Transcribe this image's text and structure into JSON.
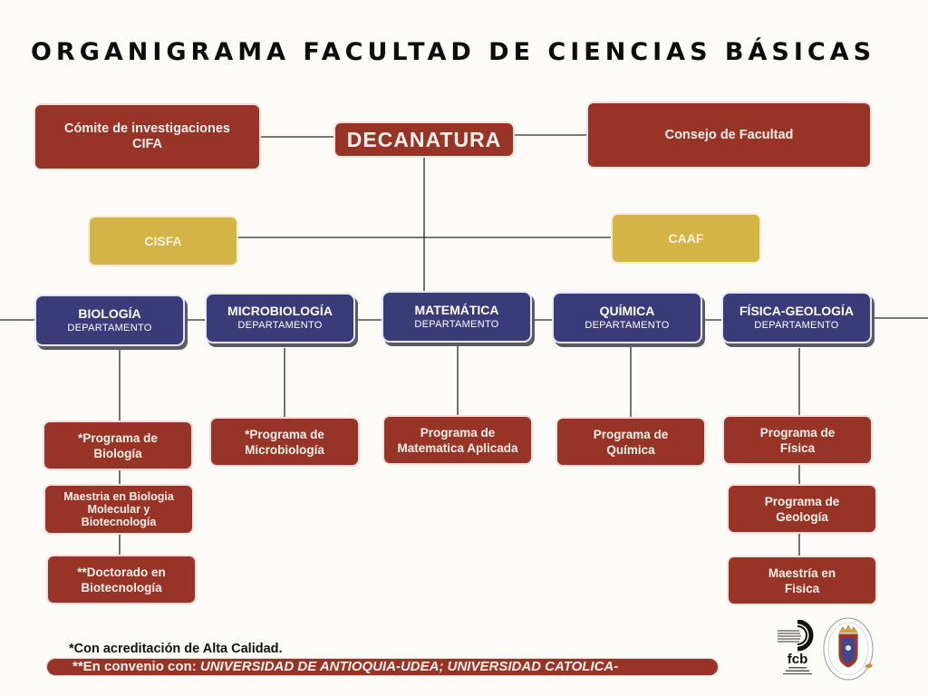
{
  "title": "ORGANIGRAMA FACULTAD DE CIENCIAS BÁSICAS",
  "top_level": {
    "left": {
      "line1": "Cómite de investigaciones",
      "line2": "CIFA"
    },
    "center": "DECANATURA",
    "right": "Consejo de Facultad"
  },
  "committees": {
    "left": "CISFA",
    "right": "CAAF"
  },
  "departments": [
    {
      "name": "BIOLOGÍA",
      "sub": "DEPARTAMENTO"
    },
    {
      "name": "MICROBIOLOGÍA",
      "sub": "DEPARTAMENTO"
    },
    {
      "name": "MATEMÁTICA",
      "sub": "DEPARTAMENTO"
    },
    {
      "name": "QUÍMICA",
      "sub": "DEPARTAMENTO"
    },
    {
      "name": "FÍSICA-GEOLOGÍA",
      "sub": "DEPARTAMENTO"
    }
  ],
  "programs": {
    "biologia": [
      {
        "line1": "*Programa de",
        "line2": "Biología"
      },
      {
        "line1": "Maestria en Biologia",
        "line2": "Molecular y",
        "line3": "Biotecnología"
      },
      {
        "line1": "**Doctorado en",
        "line2": "Biotecnología"
      }
    ],
    "microbiologia": [
      {
        "line1": "*Programa de",
        "line2": "Microbiología"
      }
    ],
    "matematica": [
      {
        "line1": "Programa de",
        "line2": "Matematica Aplicada"
      }
    ],
    "quimica": [
      {
        "line1": "Programa de",
        "line2": "Química"
      }
    ],
    "fisica_geologia": [
      {
        "line1": "Programa de",
        "line2": "Física"
      },
      {
        "line1": "Programa de",
        "line2": "Geología"
      },
      {
        "line1": "Maestría en",
        "line2": "Fisica"
      }
    ]
  },
  "footnotes": {
    "accreditation": "*Con acreditación de Alta Calidad.",
    "agreement_prefix": "**En convenio con: ",
    "agreement_partners": "UNIVERSIDAD DE ANTIOQUIA-UDEA; UNIVERSIDAD CATOLICA-"
  },
  "logos": {
    "fcb_label": "fcb"
  },
  "colors": {
    "red": "#973327",
    "gold": "#d4b347",
    "navy": "#3b3b7a",
    "background": "#fcfbf8"
  }
}
